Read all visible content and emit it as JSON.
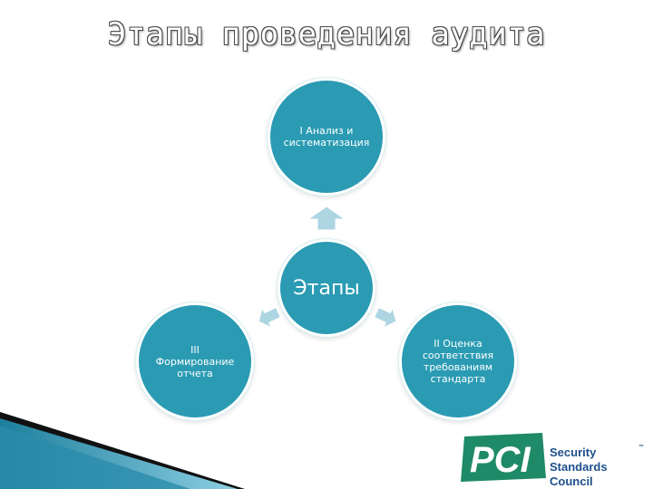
{
  "title": "Этапы проведения аудита",
  "diagram": {
    "center": "Этапы",
    "stage1": "I Анализ и\nсистематизация",
    "stage2": "II Оценка\nсоответствия\nтребованиям\nстандарта",
    "stage3": "III\nФормирование\nотчета"
  },
  "logo": {
    "mark": "PCI",
    "text": "Security\nStandards Council",
    "tm": "™"
  },
  "colors": {
    "circle": "#2a9bb3",
    "arrow": "#aed5e2",
    "logo_green": "#1f8a67",
    "logo_blue": "#1d4f8c"
  }
}
